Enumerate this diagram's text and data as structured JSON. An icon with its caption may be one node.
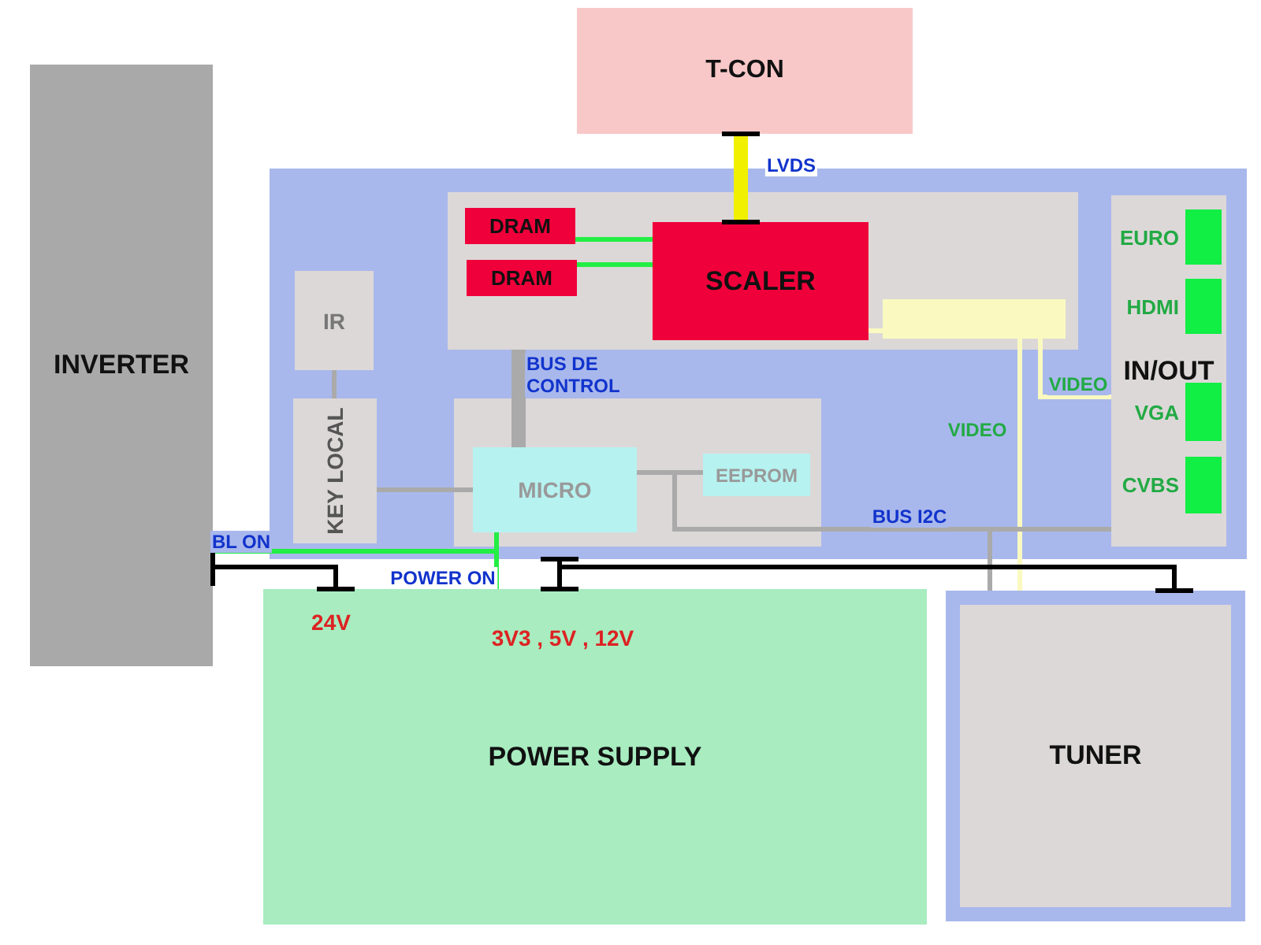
{
  "diagram": {
    "nodes": [
      {
        "text": [
          "T-CON"
        ]
      },
      {
        "text": [
          "INVERTER"
        ]
      },
      {
        "text": [],
        "shape": "box"
      },
      {
        "text": [],
        "shape": "box",
        "in": 2
      },
      {
        "text": [
          "DRAM"
        ],
        "in": 3
      },
      {
        "text": [
          "DRAM"
        ],
        "in": 3
      },
      {
        "text": [
          "SCALER"
        ],
        "in": 3
      },
      {
        "text": [],
        "shape": "box",
        "in": 3
      },
      {
        "text": [
          "IR"
        ],
        "in": 2
      },
      {
        "text": [
          "KEY LOCAL"
        ],
        "in": 2
      },
      {
        "text": [],
        "shape": "box",
        "in": 2
      },
      {
        "text": [
          "MICRO"
        ],
        "in": 10
      },
      {
        "text": [
          "EEPROM"
        ],
        "in": 10
      },
      {
        "text": [
          "IN/OUT"
        ],
        "in": 2
      },
      {
        "text": [],
        "shape": "box",
        "in": 13,
        "beside": [
          "EURO"
        ]
      },
      {
        "text": [],
        "shape": "box",
        "in": 13,
        "beside": [
          "HDMI"
        ]
      },
      {
        "text": [],
        "shape": "box",
        "in": 13,
        "beside": [
          "VGA"
        ]
      },
      {
        "text": [],
        "shape": "box",
        "in": 13,
        "beside": [
          "CVBS"
        ]
      },
      {
        "text": [
          "POWER SUPPLY"
        ]
      },
      {
        "text": [
          "TUNER"
        ]
      }
    ],
    "edges": [
      {
        "from": 6,
        "to": 0,
        "arrow": "other",
        "label": "LVDS",
        "style": "thick",
        "color": "#f0f000"
      },
      {
        "from": 4,
        "to": 6,
        "arrow": "none",
        "color": "#22ee44"
      },
      {
        "from": 5,
        "to": 6,
        "arrow": "none",
        "color": "#22ee44"
      },
      {
        "from": 6,
        "to": 7,
        "arrow": "none",
        "color": "#fafac0"
      },
      {
        "from": 7,
        "to": 13,
        "arrow": "none",
        "label": "VIDEO",
        "color": "#fafac0"
      },
      {
        "from": 7,
        "to": 19,
        "arrow": "none",
        "label": "VIDEO",
        "color": "#fafac0"
      },
      {
        "from": 11,
        "to": 3,
        "arrow": "none",
        "label": "BUS DE CONTROL",
        "style": "thick"
      },
      {
        "from": 8,
        "to": 9,
        "arrow": "none"
      },
      {
        "from": 9,
        "to": 11,
        "arrow": "none"
      },
      {
        "from": 11,
        "to": 12,
        "arrow": "none"
      },
      {
        "from": 11,
        "to": 13,
        "arrow": "none",
        "label": "BUS I2C"
      },
      {
        "from": 11,
        "to": 19,
        "arrow": "none"
      },
      {
        "from": 11,
        "to": 1,
        "arrow": "none",
        "label": "BL ON",
        "color": "#22ee44"
      },
      {
        "from": 11,
        "to": 18,
        "arrow": "none",
        "label": "POWER ON",
        "color": "#22ee44"
      },
      {
        "from": 18,
        "to": 1,
        "arrow": "other",
        "label": "24V",
        "color": "#000000"
      },
      {
        "from": 18,
        "to": 2,
        "arrow": "other",
        "label": "3V3 , 5V , 12V",
        "color": "#000000"
      },
      {
        "from": 18,
        "to": 19,
        "arrow": "other",
        "color": "#000000"
      }
    ]
  }
}
